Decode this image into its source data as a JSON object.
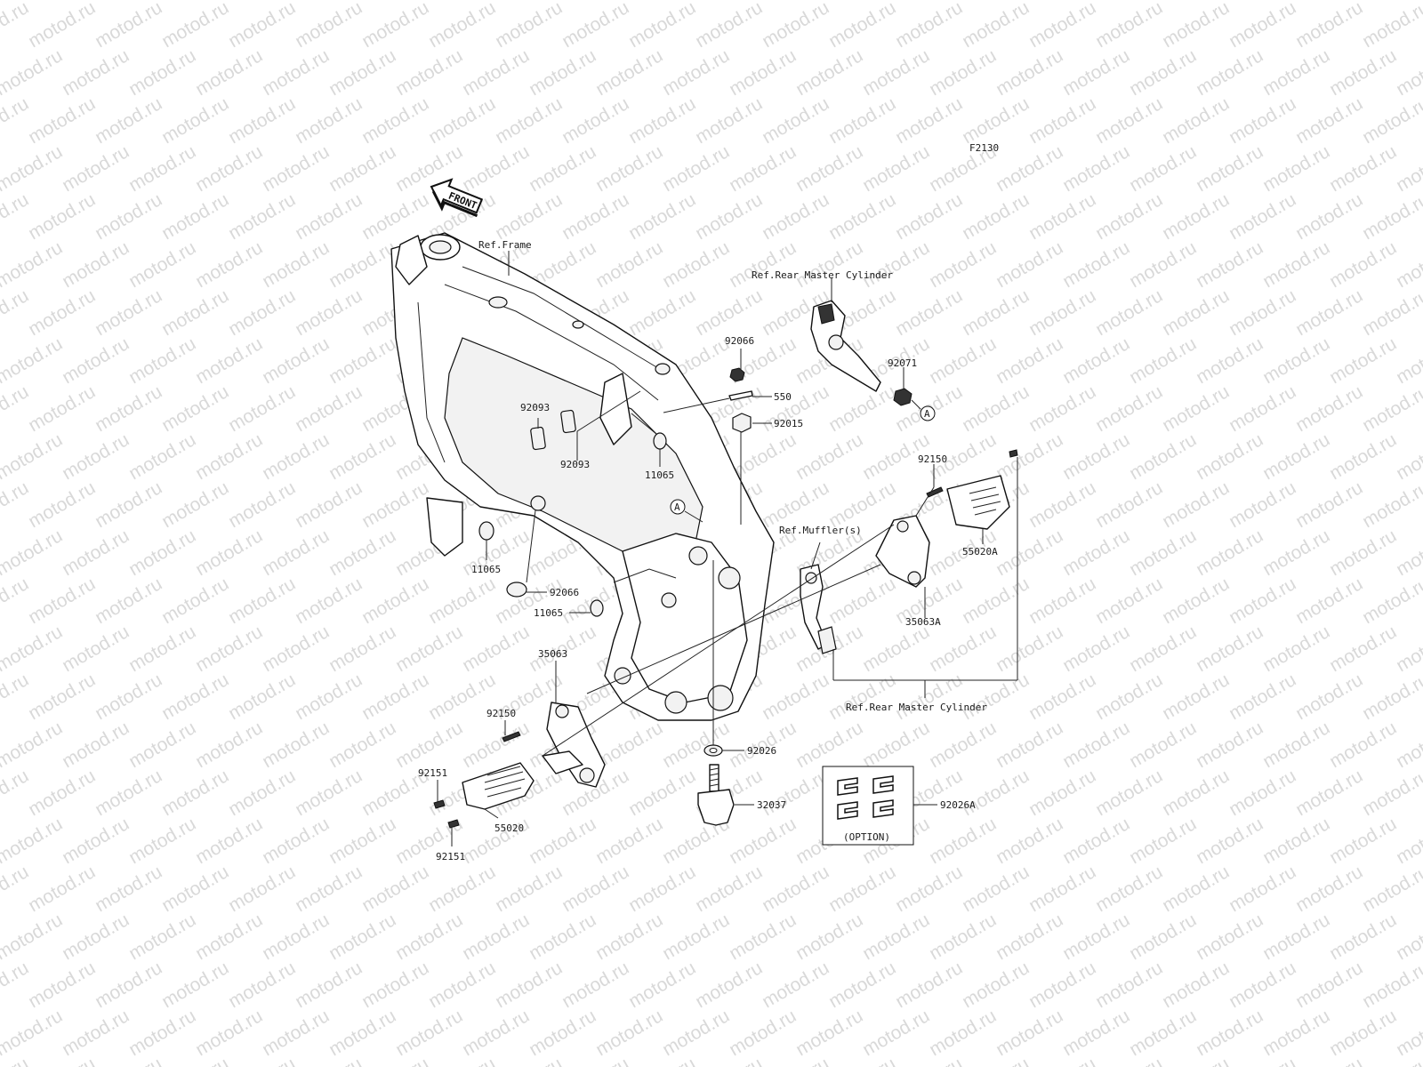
{
  "watermark": "motod.ru",
  "diagram_code": "F2130",
  "front_arrow": "FRONT",
  "refs": {
    "frame": "Ref.Frame",
    "rear_master_top": "Ref.Rear Master Cylinder",
    "muffler": "Ref.Muffler(s)",
    "rear_master_bottom": "Ref.Rear Master Cylinder"
  },
  "parts": {
    "p92066_top": "92066",
    "p550": "550",
    "p92015": "92015",
    "p92071": "92071",
    "p92093_a": "92093",
    "p92093_b": "92093",
    "p11065_a": "11065",
    "p11065_b": "11065",
    "p11065_c": "11065",
    "p92066_low": "92066",
    "p92150_r": "92150",
    "p55020A": "55020A",
    "p35063A": "35063A",
    "p35063": "35063",
    "p92150_l": "92150",
    "p92151_a": "92151",
    "p92151_b": "92151",
    "p55020": "55020",
    "p92026": "92026",
    "p32037": "32037",
    "p92026A": "92026A"
  },
  "callout_a": "A",
  "option_label": "(OPTION)"
}
